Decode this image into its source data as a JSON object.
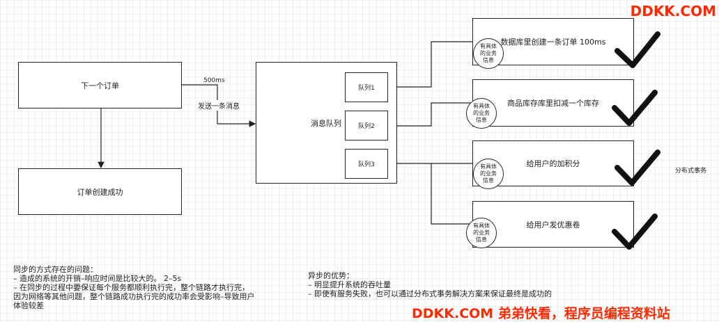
{
  "brand_top": "DDKK.COM",
  "brand_bottom": "DDKK.COM 弟弟快看，程序员编程资料站",
  "nodes": {
    "next_order": "下一个订单",
    "order_created": "订单创建成功",
    "mq": "消息队列",
    "queue1": "队列1",
    "queue2": "队列2",
    "queue3": "队列3",
    "svc_db": "数据库里创建一条订单 100ms",
    "svc_stock": "商品库存库里扣减一个库存",
    "svc_points": "给用户的加积分",
    "svc_coupon": "给用户发优惠卷"
  },
  "edge_labels": {
    "timing": "500ms",
    "send": "发送一条消息"
  },
  "circle_label": "有具体\n的业务\n信息",
  "side_label": "分布式事务",
  "notes": {
    "sync_lines": [
      "同步的方式存在的问题：",
      "– 造成的系统的开销–响应时间是比较大的。 2–5s",
      "– 在同步的过程中要保证每个服务都顺利执行完，整个链路才执行完，",
      "因为网络等其他问题，整个链路成功执行完的成功率会受影响–导致用户",
      "体验较差"
    ],
    "async_lines": [
      "异步的优势：",
      "– 明显提升系统的吞吐量",
      "– 即使有服务失败，也可以通过分布式事务解决方案来保证最终是成功的"
    ]
  },
  "icons": [
    "checkmark-icon",
    "checkmark-icon",
    "checkmark-icon",
    "checkmark-icon"
  ]
}
